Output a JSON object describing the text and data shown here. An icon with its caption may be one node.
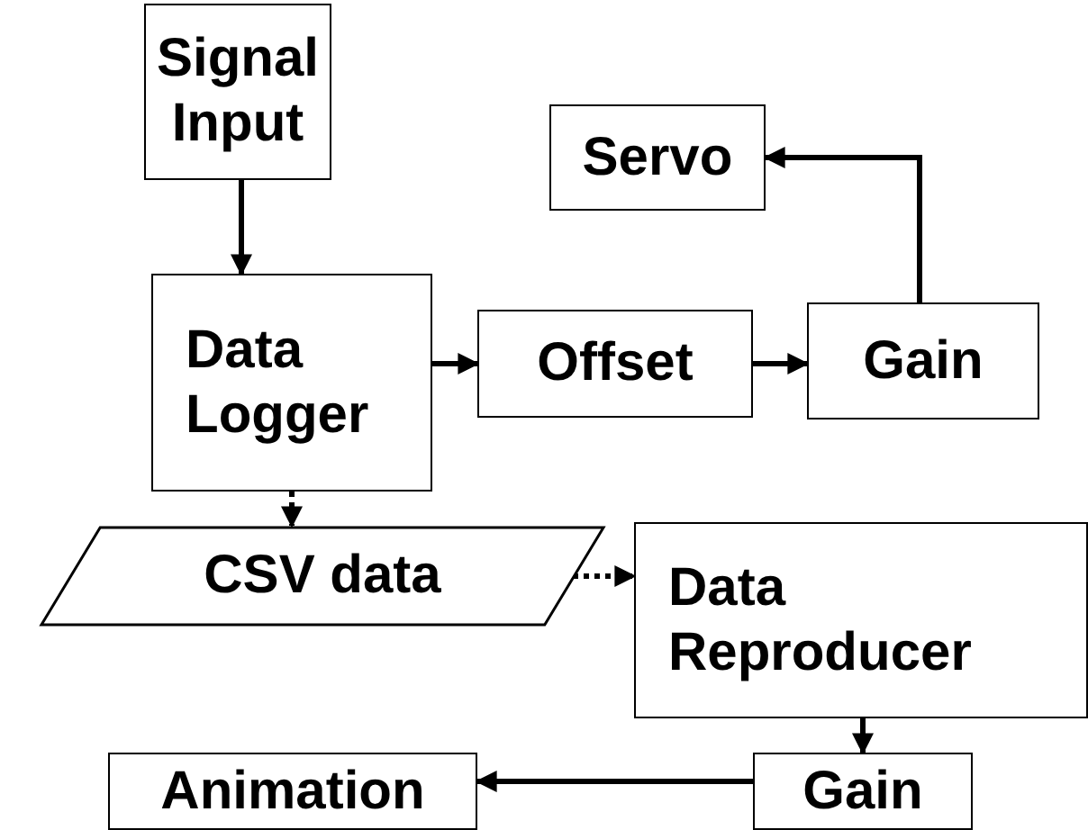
{
  "diagram": {
    "nodes": [
      {
        "text": [
          "Signal Input"
        ]
      },
      {
        "text": [
          "Servo"
        ]
      },
      {
        "text": [
          "Data Logger"
        ]
      },
      {
        "text": [
          "Offset"
        ]
      },
      {
        "text": [
          "Gain"
        ]
      },
      {
        "text": [
          "CSV data"
        ]
      },
      {
        "text": [
          "Data Reproducer"
        ]
      },
      {
        "text": [
          "Gain"
        ]
      },
      {
        "text": [
          "Animation"
        ]
      }
    ],
    "edges": [
      {
        "from": 0,
        "to": 2,
        "arrow": "to"
      },
      {
        "from": 2,
        "to": 3,
        "arrow": "to"
      },
      {
        "from": 3,
        "to": 4,
        "arrow": "to"
      },
      {
        "from": 4,
        "to": 1,
        "arrow": "to"
      },
      {
        "from": 2,
        "to": 5,
        "arrow": "to",
        "style": "dashed"
      },
      {
        "from": 5,
        "to": 6,
        "arrow": "to",
        "style": "dashed"
      },
      {
        "from": 6,
        "to": 7,
        "arrow": "to"
      },
      {
        "from": 7,
        "to": 8,
        "arrow": "to"
      }
    ]
  }
}
